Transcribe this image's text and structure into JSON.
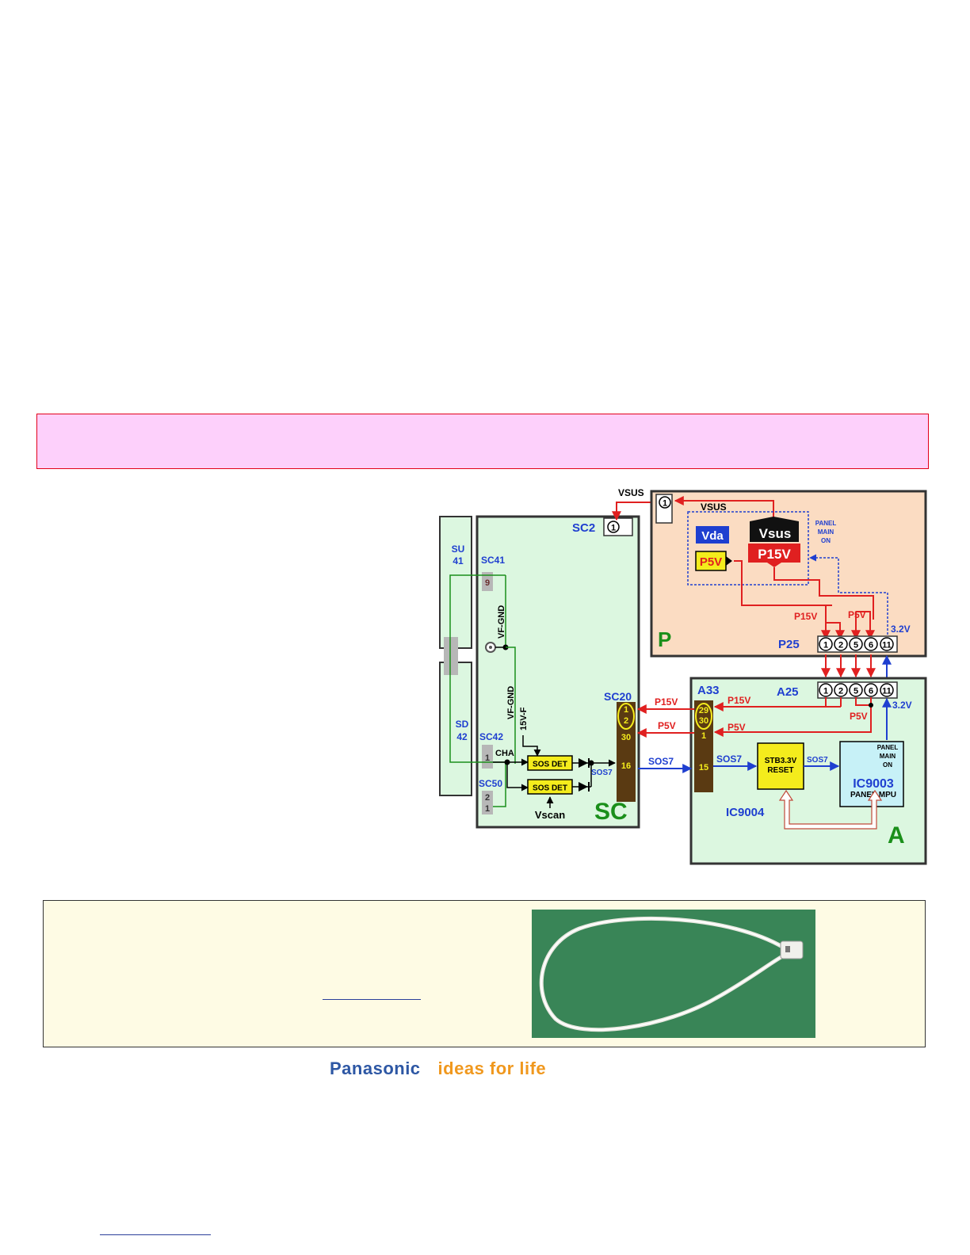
{
  "colors": {
    "red_line": "#e02020",
    "blue_line": "#1f3fd0",
    "green_text": "#1a8f1a",
    "board_fill": "#dcf7e0",
    "p_board_fill": "#fbdcc2",
    "connector_brown": "#5a3a12",
    "yellow_block": "#f4ec1c"
  },
  "diagram": {
    "vsus_top": "VSUS",
    "sc2_label": "SC2",
    "sc2_pin": "1",
    "su_label": [
      "SU",
      "41"
    ],
    "sd_label": [
      "SD",
      "42"
    ],
    "sc41_label": "SC41",
    "sc41_pin": "9",
    "vf_gnd": "VF-GND",
    "sc42_label": "SC42",
    "sc42_pin": "1",
    "cha": "CHA",
    "sc50_label": "SC50",
    "sc50_pins": [
      "2",
      "1"
    ],
    "f15v": "15V-F",
    "sos_det": "SOS DET",
    "sos7": "SOS7",
    "vscan": "Vscan",
    "sc_board_name": "SC",
    "sc20_label": "SC20",
    "sc20_pins": [
      "1",
      "2",
      "30",
      "16"
    ],
    "p_board": {
      "pin1": "1",
      "vsus_label": "VSUS",
      "vda": "Vda",
      "vsus_block": "Vsus",
      "p15v_block": "P15V",
      "p5v_block": "P5V",
      "panel_main_on": [
        "PANEL",
        "MAIN",
        "ON"
      ],
      "p15v": "P15V",
      "p5v": "P5V",
      "v32": "3.2V",
      "p25_label": "P25",
      "pins": [
        "1",
        "2",
        "5",
        "6",
        "11"
      ],
      "name": "P"
    },
    "a_board": {
      "a33_label": "A33",
      "a33_pins": [
        "29",
        "30",
        "1",
        "15"
      ],
      "a25_label": "A25",
      "pins": [
        "1",
        "2",
        "5",
        "6",
        "11"
      ],
      "p15v_left": "P15V",
      "p5v_left": "P5V",
      "p15v_right": "P15V",
      "p5v_right": "P5V",
      "p5v_sub": "P5V",
      "v32": "3.2V",
      "sos7_left": "SOS7",
      "sos7_a": "SOS7",
      "sos7_b": "SOS7",
      "stb_reset": [
        "STB3.3V",
        "RESET"
      ],
      "ic9004": "IC9004",
      "panel_main_on": [
        "PANEL",
        "MAIN",
        "ON"
      ],
      "ic9003": "IC9003",
      "panel_mpu": "PANEL MPU",
      "name": "A"
    }
  },
  "footer": {
    "brand": "Panasonic",
    "tagline": "ideas for life"
  }
}
